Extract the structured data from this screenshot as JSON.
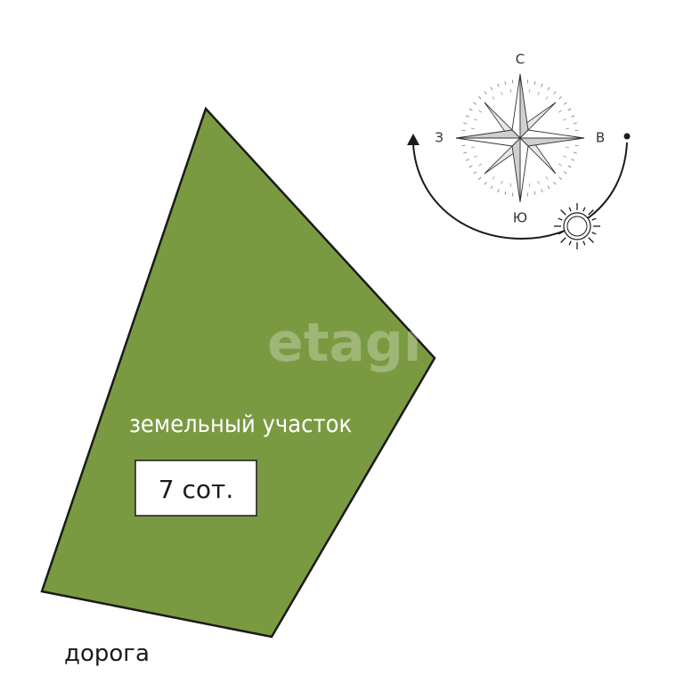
{
  "plot": {
    "label": "земельный участок",
    "area": "7 сот.",
    "fill_color": "#7a9a42",
    "outline_color": "#1a1a1a"
  },
  "road": {
    "label": "дорога"
  },
  "compass": {
    "north": "С",
    "south": "Ю",
    "east": "В",
    "west": "З",
    "sun_icon": "sun-icon"
  },
  "watermark": {
    "text": "etagi"
  }
}
